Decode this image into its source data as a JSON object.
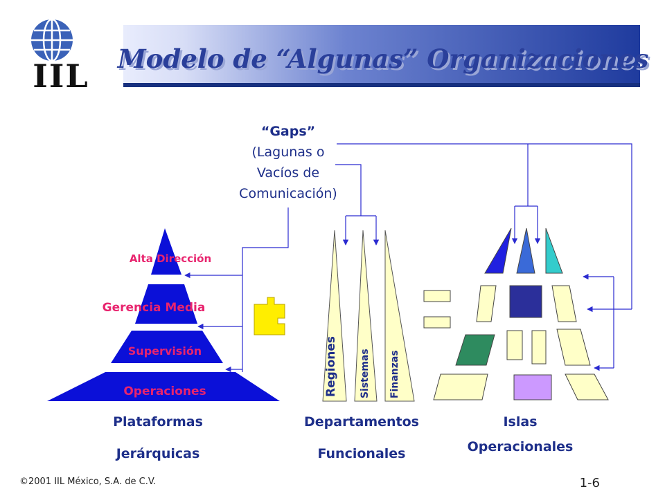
{
  "header": {
    "logo_text": "IIL",
    "title": "Modelo de “Algunas” Organizaciones"
  },
  "gaps_label": {
    "line1": "“Gaps”",
    "line2": "(Lagunas o",
    "line3": "Vacíos de",
    "line4": "Comunicación)"
  },
  "hierarchy": {
    "levels": [
      "Alta Dirección",
      "Gerencia Media",
      "Supervisión",
      "Operaciones"
    ],
    "caption_line1": "Plataformas",
    "caption_line2": "Jerárquicas"
  },
  "functional": {
    "departments": [
      "Regiones",
      "Sistemas",
      "Finanzas"
    ],
    "caption_line1": "Departamentos",
    "caption_line2": "Funcionales"
  },
  "islands": {
    "caption_line1": "Islas",
    "caption_line2": "Operacionales"
  },
  "footer": {
    "copyright": "©2001 IIL México, S.A. de C.V.",
    "page_number": "1-6"
  },
  "colors": {
    "title_blue": "#2a3f9a",
    "header_band": "#2b47a8",
    "pyramid_blue": "#0b10d8",
    "pink_label": "#e8246e",
    "cream": "#ffffc8",
    "yellow_puzzle": "#ffee00",
    "arrow_blue": "#2a2ad0",
    "navy_square": "#2b2f9a",
    "green_block": "#2e8b5f",
    "lilac_block": "#cc99ff",
    "teal_tri": "#33cccc"
  }
}
